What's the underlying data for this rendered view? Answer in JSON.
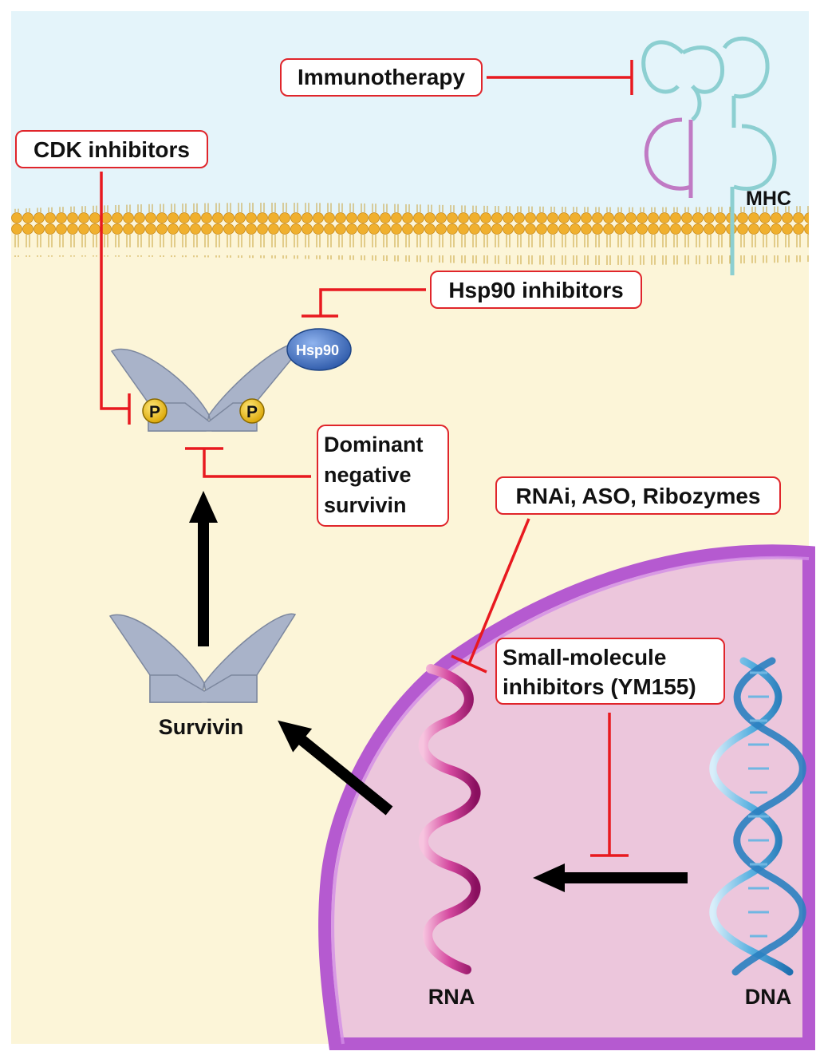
{
  "labels": {
    "immunotherapy": "Immunotherapy",
    "cdk_inhibitors": "CDK inhibitors",
    "hsp90_inhibitors": "Hsp90 inhibitors",
    "dominant_negative": [
      "Dominant",
      "negative",
      "survivin"
    ],
    "rnai": "RNAi, ASO, Ribozymes",
    "small_molecule": [
      "Small-molecule",
      "inhibitors (YM155)"
    ],
    "mhc": "MHC",
    "hsp90": "Hsp90",
    "phospho_left": "P",
    "phospho_right": "P",
    "survivin": "Survivin",
    "rna": "RNA",
    "dna": "DNA"
  },
  "colors": {
    "extracellular": "#e4f4fa",
    "cytoplasm": "#fcf5d8",
    "membrane_heads": "#f0b02e",
    "nucleus_fill": "#ecc6dc",
    "nuclear_envelope": "#b55ad0",
    "inhibition": "#e8191f",
    "mhc_teal": "#8ccfd1",
    "mhc_purple": "#c07ac4",
    "survivin_protein": "#a9b3c9",
    "hsp90_blue": "#3d6fc4",
    "phospho_yellow": "#f2c20f",
    "rna_magenta": "#c0258a",
    "dna_blue": "#3a9bd6"
  }
}
